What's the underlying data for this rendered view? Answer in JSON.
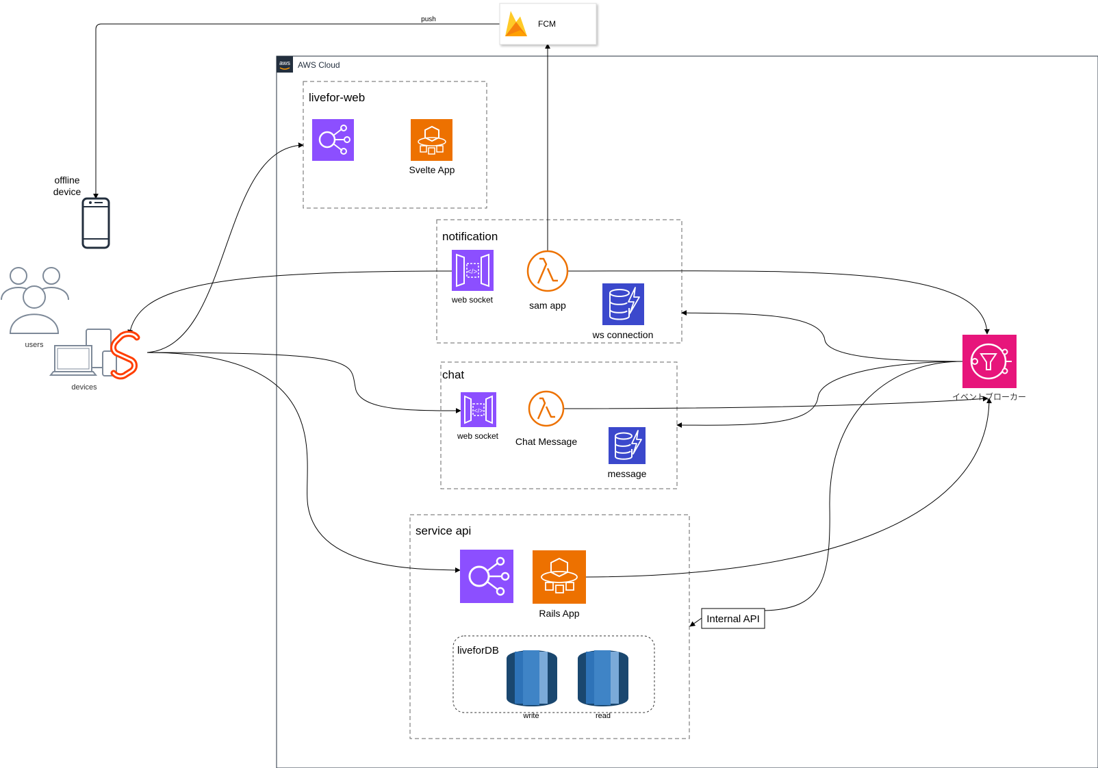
{
  "fcm": {
    "label": "FCM",
    "push_label": "push"
  },
  "aws_cloud": {
    "label": "AWS Cloud",
    "logo_text": "aws"
  },
  "offline_device": {
    "line1": "offline",
    "line2": "device"
  },
  "users": {
    "label": "users"
  },
  "devices": {
    "label": "devices"
  },
  "groups": {
    "livefor_web": {
      "title": "livefor-web",
      "svelte_app": "Svelte App"
    },
    "notification": {
      "title": "notification",
      "web_socket": "web socket",
      "sam_app": "sam app",
      "ws_connection": "ws connection"
    },
    "chat": {
      "title": "chat",
      "web_socket": "web socket",
      "chat_message": "Chat Message",
      "message": "message"
    },
    "service_api": {
      "title": "service api",
      "rails_app": "Rails App"
    },
    "livefor_db": {
      "title": "liveforDB",
      "write": "write",
      "read": "read"
    }
  },
  "event_broker": {
    "label": "イベントブローカー"
  },
  "internal_api": {
    "label": "Internal API"
  },
  "colors": {
    "purple": "#8C4FFF",
    "orange": "#ED7100",
    "blue_db": "#3B48CC",
    "pink": "#E7157B",
    "rds_dark": "#1A476F",
    "rds_light": "#3F84C6",
    "fcm_yellow": "#FFCA28",
    "fcm_orange": "#F6820C",
    "svelte": "#FF3E00",
    "gray_icon": "#7D8998"
  }
}
